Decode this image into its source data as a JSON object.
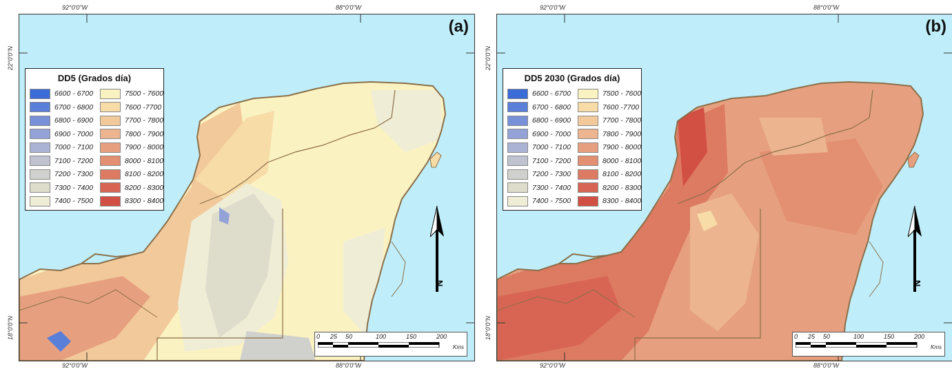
{
  "panels": [
    {
      "id": "a",
      "label": "(a)",
      "legend_title": "DD5 (Grados día)",
      "coords": {
        "top_left_lon": "92°0'0\"W",
        "top_right_lon": "88°0'0\"W",
        "bottom_left_lon": "92°0'0\"W",
        "bottom_right_lon": "88°0'0\"W",
        "left_top_lat": "22°0'0\"N",
        "left_bottom_lat": "18°0'0\"N",
        "right_top_lat": "22°0'0\"N",
        "right_bottom_lat": "18°0'0\"N"
      }
    },
    {
      "id": "b",
      "label": "(b)",
      "legend_title": "DD5 2030 (Grados día)",
      "coords": {
        "top_left_lon": "92°0'0\"W",
        "top_right_lon": "88°0'0\"W",
        "bottom_left_lon": "92°0'0\"W",
        "bottom_right_lon": "88°0'0\"W",
        "left_top_lat": "22°0'0\"N",
        "left_bottom_lat": "18°0'0\"N",
        "right_top_lat": "22°0'0\"N",
        "right_bottom_lat": "18°0'0\"N"
      }
    }
  ],
  "legend_classes": [
    {
      "label": "6600 - 6700",
      "color": "#3b6bd6"
    },
    {
      "label": "6700 - 6800",
      "color": "#5a7fd8"
    },
    {
      "label": "6800 - 6900",
      "color": "#7890d8"
    },
    {
      "label": "6900 - 7000",
      "color": "#93a3d8"
    },
    {
      "label": "7000 - 7100",
      "color": "#aab3d4"
    },
    {
      "label": "7100 - 7200",
      "color": "#bfc2cf"
    },
    {
      "label": "7200 - 7300",
      "color": "#d0d0cc"
    },
    {
      "label": "7300 - 7400",
      "color": "#dedccb"
    },
    {
      "label": "7400 - 7500",
      "color": "#efedd6"
    },
    {
      "label": "7500 - 7600",
      "color": "#fbf2c2"
    },
    {
      "label": "7600 -7700",
      "color": "#f7dca8"
    },
    {
      "label": "7700 - 7800",
      "color": "#f2c99a"
    },
    {
      "label": "7800 - 7900",
      "color": "#ecb590"
    },
    {
      "label": "7900 - 8000",
      "color": "#e7a07f"
    },
    {
      "label": "8000 - 8100",
      "color": "#e38f72"
    },
    {
      "label": "8100 - 8200",
      "color": "#dd7a62"
    },
    {
      "label": "8200 - 8300",
      "color": "#d86553"
    },
    {
      "label": "8300 - 8400",
      "color": "#d24f44"
    }
  ],
  "scale": {
    "ticks": [
      "0",
      "25",
      "50",
      "100",
      "150",
      "200"
    ],
    "unit": "Kms"
  },
  "north_label": "N",
  "colors": {
    "water": "#bfeefa",
    "border": "#8a6e48"
  }
}
